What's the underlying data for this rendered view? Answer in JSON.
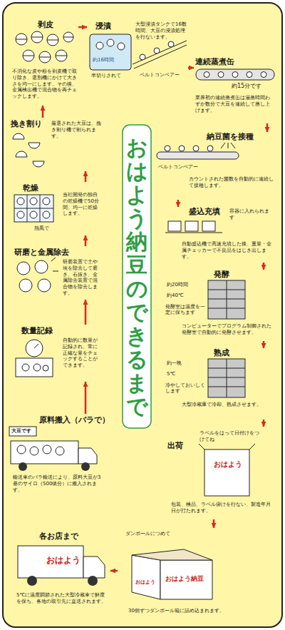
{
  "diagram": {
    "title": "おはよう納豆のできるまで",
    "nodes": [
      {
        "text": [
          "原料搬入（バラで）",
          "輸送車のバラ輸送により、原料大豆が3基のサイロ（500俵分）に搬入されます。"
        ]
      },
      {
        "text": [
          "数量記録",
          "自動的に数量が記録され、常に正確な量をチェックすることができます。"
        ]
      },
      {
        "text": [
          "研磨と金属除去",
          "研磨装置で土や埃を除去して磨き、石抜き、金属除去装置で混合物を除去します。"
        ]
      },
      {
        "text": [
          "乾燥",
          "当社開発の独自の乾燥機で50分間、均一に乾燥します。"
        ]
      },
      {
        "text": [
          "挽き割り",
          "厳選された大豆は、挽き割り機で割られます。"
        ]
      },
      {
        "text": [
          "剥皮",
          "不消化な皮や粉を剥皮機で取り除き、選別機にかけて大きさを均一にします。その後、金属検出機で混合物を再チェックします。"
        ]
      },
      {
        "text": [
          "浸漬",
          "大型浸漬タンクで16数時間、大豆の浸漬処理を行ないます。"
        ]
      },
      {
        "text": [
          "連続蒸煮缶",
          "業界初の連続蒸煮缶は湯蒸時間わずか数分で大豆を連続して蒸し上げます。"
        ]
      },
      {
        "text": [
          "納豆菌を接種",
          "カウントされた菌数を自動的に連続して接種します。"
        ]
      },
      {
        "text": [
          "盛込充填",
          "自動盛込機で高速充填した後、重量・金属チェッカーで不良品をはじき出します。"
        ]
      },
      {
        "text": [
          "発酵",
          "コンピューターでプログラム制御された発酵室で自動的に発酵させます。"
        ]
      },
      {
        "text": [
          "熟成",
          "大型冷蔵庫で冷却、熟成させます。"
        ]
      },
      {
        "text": [
          "出荷",
          "包装、検品、ラベル掛けを行ない、製造年月日が打たれます。"
        ]
      },
      {
        "text": [
          "30個ずつダンボール箱に詰め込まれます。"
        ]
      },
      {
        "text": [
          "各お店まで",
          "5℃に温度調節された大型冷蔵車で鮮度を保ち、各地の取引先に直送されます。"
        ]
      }
    ],
    "edges": [
      {
        "from": 0,
        "to": 1,
        "arrow": "to"
      },
      {
        "from": 1,
        "to": 2,
        "arrow": "to"
      },
      {
        "from": 2,
        "to": 3,
        "arrow": "to"
      },
      {
        "from": 3,
        "to": 4,
        "arrow": "to"
      },
      {
        "from": 4,
        "to": 5,
        "arrow": "to"
      },
      {
        "from": 5,
        "to": 6,
        "arrow": "to"
      },
      {
        "from": 6,
        "to": 7,
        "arrow": "to"
      },
      {
        "from": 7,
        "to": 8,
        "arrow": "to"
      },
      {
        "from": 8,
        "to": 9,
        "arrow": "to"
      },
      {
        "from": 9,
        "to": 10,
        "arrow": "to"
      },
      {
        "from": 10,
        "to": 11,
        "arrow": "to"
      },
      {
        "from": 11,
        "to": 12,
        "arrow": "to"
      },
      {
        "from": 12,
        "to": 13,
        "arrow": "to"
      },
      {
        "from": 13,
        "to": 14,
        "arrow": "to"
      }
    ],
    "labels": [
      "約16時間",
      "半切りされて",
      "ベルトコンベアー",
      "約15分です",
      "ベルトコンベアー",
      "容器に入れられます",
      "約20時間",
      "約40℃",
      "発酵室は温度を一定に保ちます",
      "約一晩",
      "5℃",
      "冷やしておいしくします",
      "ラベルをはって日付けをつけてね",
      "おはよう",
      "ダンボールにつめて",
      "おはよう",
      "おはよう納豆",
      "おはよう",
      "大豆です",
      "熱風で"
    ]
  }
}
